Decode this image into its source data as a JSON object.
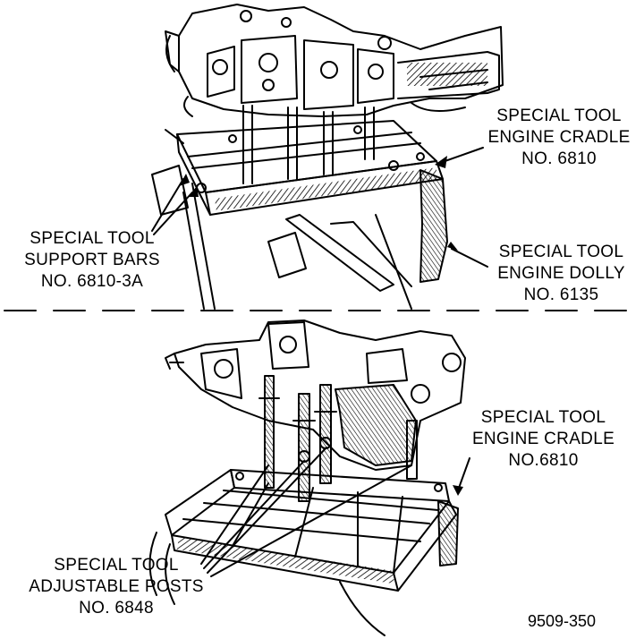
{
  "labels": {
    "cradle_top": [
      "SPECIAL TOOL",
      "ENGINE CRADLE",
      "NO. 6810"
    ],
    "support_bars": [
      "SPECIAL TOOL",
      "SUPPORT BARS",
      "NO. 6810-3A"
    ],
    "dolly": [
      "SPECIAL TOOL",
      "ENGINE DOLLY",
      "NO. 6135"
    ],
    "cradle_bottom": [
      "SPECIAL TOOL",
      "ENGINE CRADLE",
      "NO.6810"
    ],
    "posts": [
      "SPECIAL TOOL",
      "ADJUSTABLE POSTS",
      "NO. 6848"
    ]
  },
  "figure_number": "9509-350",
  "colors": {
    "ink": "#000000",
    "paper": "#ffffff"
  }
}
